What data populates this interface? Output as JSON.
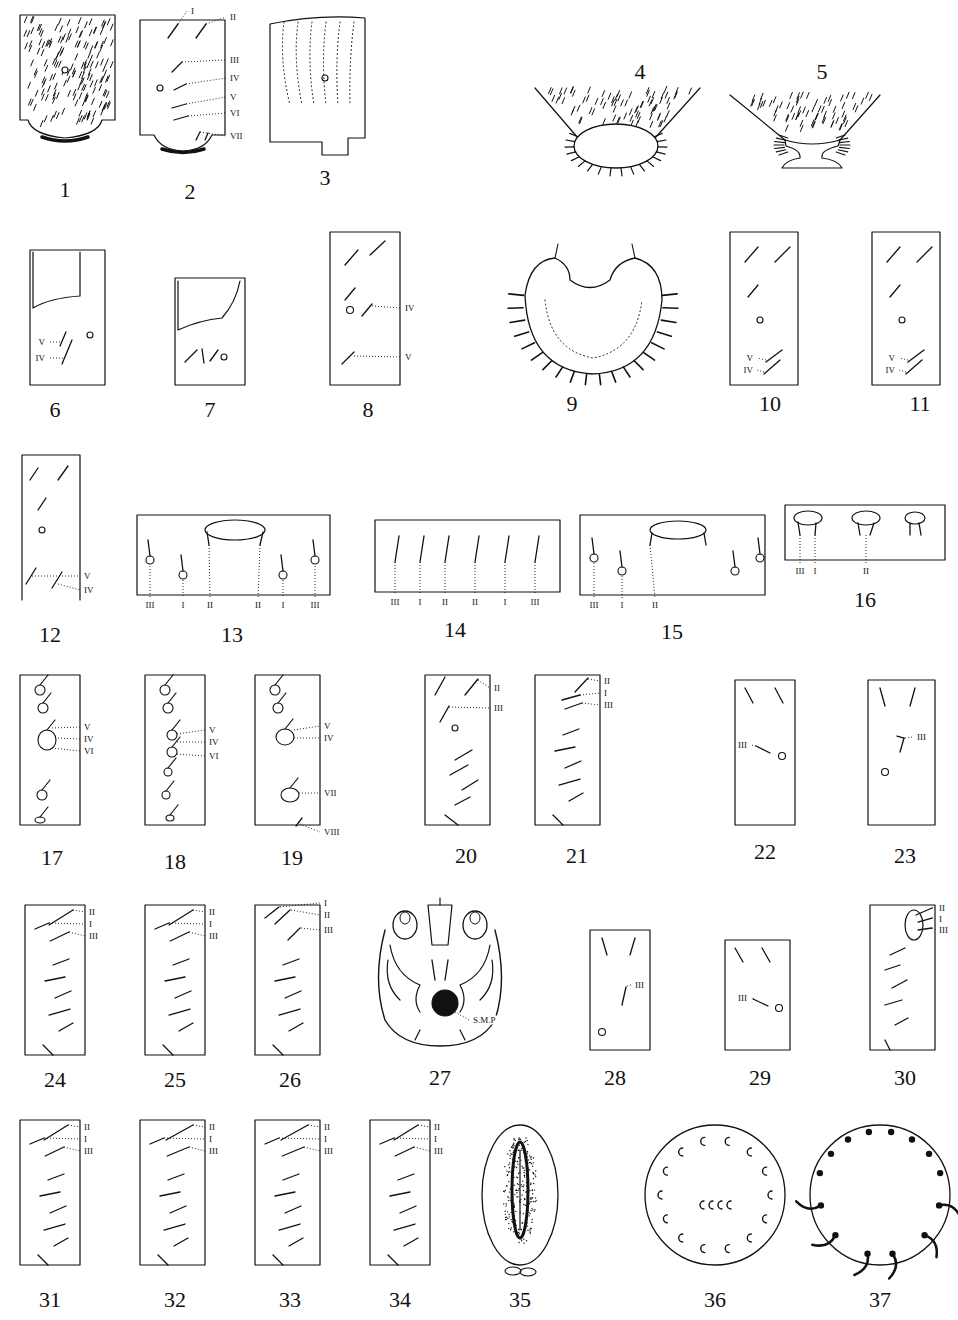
{
  "diagram": {
    "labels": [
      "1",
      "2",
      "3",
      "4",
      "5",
      "6",
      "7",
      "8",
      "9",
      "10",
      "11",
      "12",
      "13",
      "14",
      "15",
      "16",
      "17",
      "18",
      "19",
      "20",
      "21",
      "22",
      "23",
      "24",
      "25",
      "26",
      "27",
      "28",
      "29",
      "30",
      "31",
      "32",
      "33",
      "34",
      "35",
      "36",
      "37",
      "I",
      "II",
      "III",
      "IV",
      "V",
      "VI",
      "VII",
      "V",
      "IV",
      "IV",
      "V",
      "V",
      "IV",
      "V",
      "IV",
      "V",
      "IV",
      "III",
      "I",
      "II",
      "II",
      "I",
      "III",
      "III",
      "I",
      "II",
      "II",
      "I",
      "III",
      "III",
      "I",
      "II",
      "III",
      "I",
      "II",
      "V",
      "IV",
      "VI",
      "V",
      "IV",
      "VI",
      "V",
      "IV",
      "VII",
      "VIII",
      "II",
      "III",
      "II",
      "I",
      "III",
      "III",
      "III",
      "II",
      "I",
      "III",
      "II",
      "I",
      "III",
      "I",
      "II",
      "III",
      "S.M.P",
      "III",
      "III",
      "II",
      "I",
      "III",
      "II",
      "I",
      "III",
      "II",
      "I",
      "III",
      "II",
      "I",
      "III",
      "II",
      "I",
      "III"
    ]
  }
}
